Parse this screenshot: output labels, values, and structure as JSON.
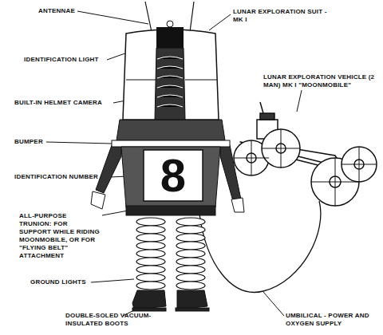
{
  "diagram": {
    "labels": [
      "ANTENNAE",
      "IDENTIFICATION LIGHT",
      "BUILT-IN HELMET CAMERA",
      "BUMPER",
      "IDENTIFICATION NUMBER",
      "ALL-PURPOSE TRUNION: FOR SUPPORT WHILE RIDING MOONMOBILE, OR FOR \"FLYING BELT\" ATTACHMENT",
      "GROUND LIGHTS",
      "DOUBLE-SOLED VACUUM-INSULATED BOOTS",
      "LUNAR EXPLORATION SUIT - MK I",
      "LUNAR EXPLORATION VEHICLE (2 MAN) MK I \"MOONMOBILE\"",
      "UMBILICAL - POWER AND OXYGEN SUPPLY",
      "8"
    ]
  }
}
